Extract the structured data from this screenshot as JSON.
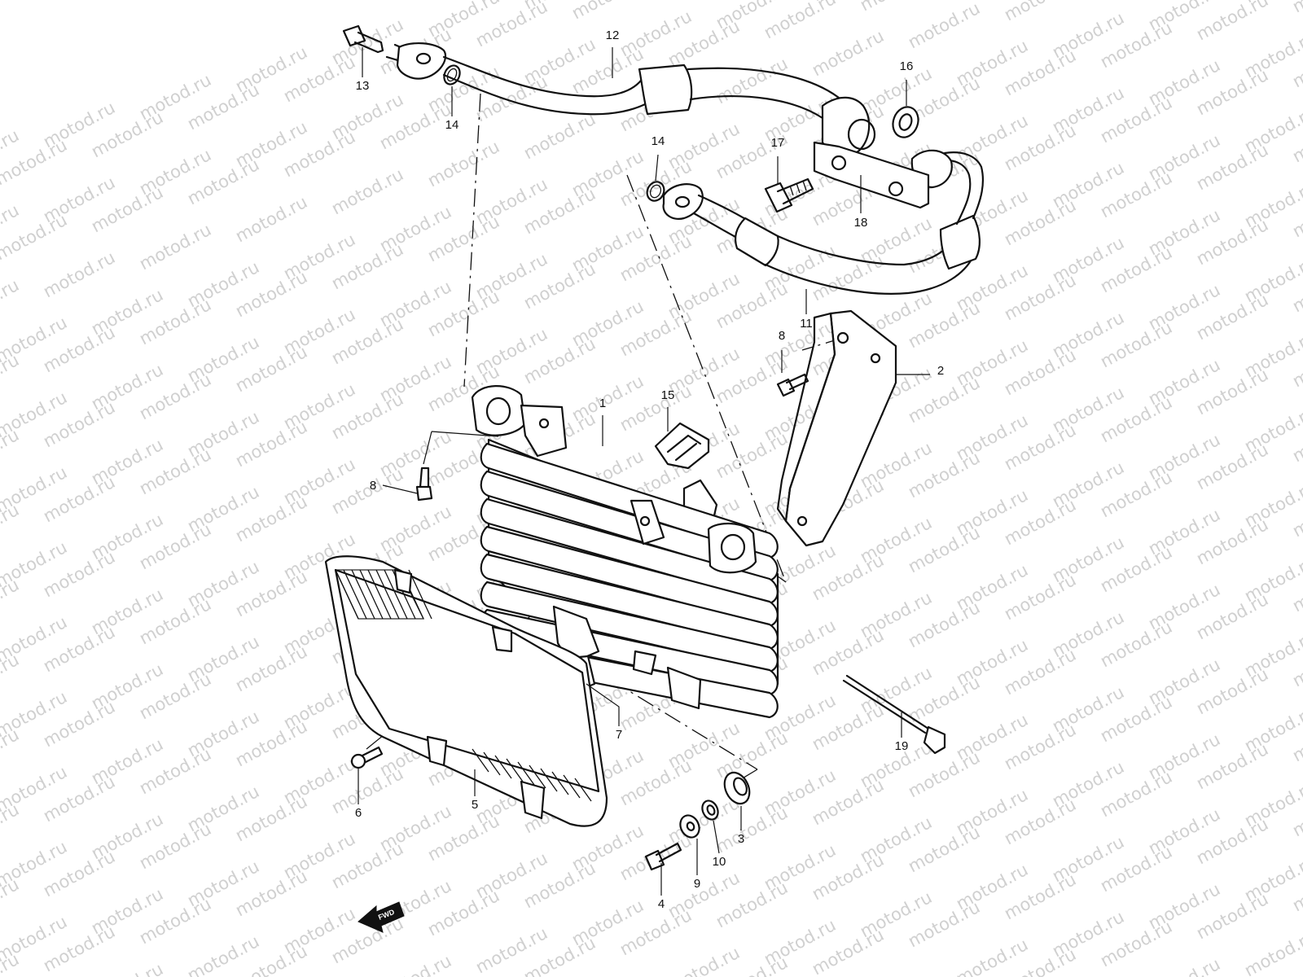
{
  "watermark": "motod.ru",
  "fwd_label": "FWD",
  "parts": [
    {
      "key": "oil_cooler",
      "label": "1"
    },
    {
      "key": "bracket_2",
      "label": "2"
    },
    {
      "key": "cushion_3",
      "label": "3"
    },
    {
      "key": "bolt_4",
      "label": "4"
    },
    {
      "key": "grille_5",
      "label": "5"
    },
    {
      "key": "screw_6",
      "label": "6"
    },
    {
      "key": "cushion_7",
      "label": "7"
    },
    {
      "key": "bolt_8_left",
      "label": "8"
    },
    {
      "key": "bolt_8_right",
      "label": "8"
    },
    {
      "key": "washer_9",
      "label": "9"
    },
    {
      "key": "collar_10",
      "label": "10"
    },
    {
      "key": "hose_11",
      "label": "11"
    },
    {
      "key": "hose_12",
      "label": "12"
    },
    {
      "key": "bolt_13",
      "label": "13"
    },
    {
      "key": "o_ring_14_top",
      "label": "14"
    },
    {
      "key": "o_ring_14_mid",
      "label": "14"
    },
    {
      "key": "clamp_15",
      "label": "15"
    },
    {
      "key": "washer_16",
      "label": "16"
    },
    {
      "key": "union_bolt_17",
      "label": "17"
    },
    {
      "key": "plate_18",
      "label": "18"
    },
    {
      "key": "cable_tie_19",
      "label": "19"
    }
  ]
}
